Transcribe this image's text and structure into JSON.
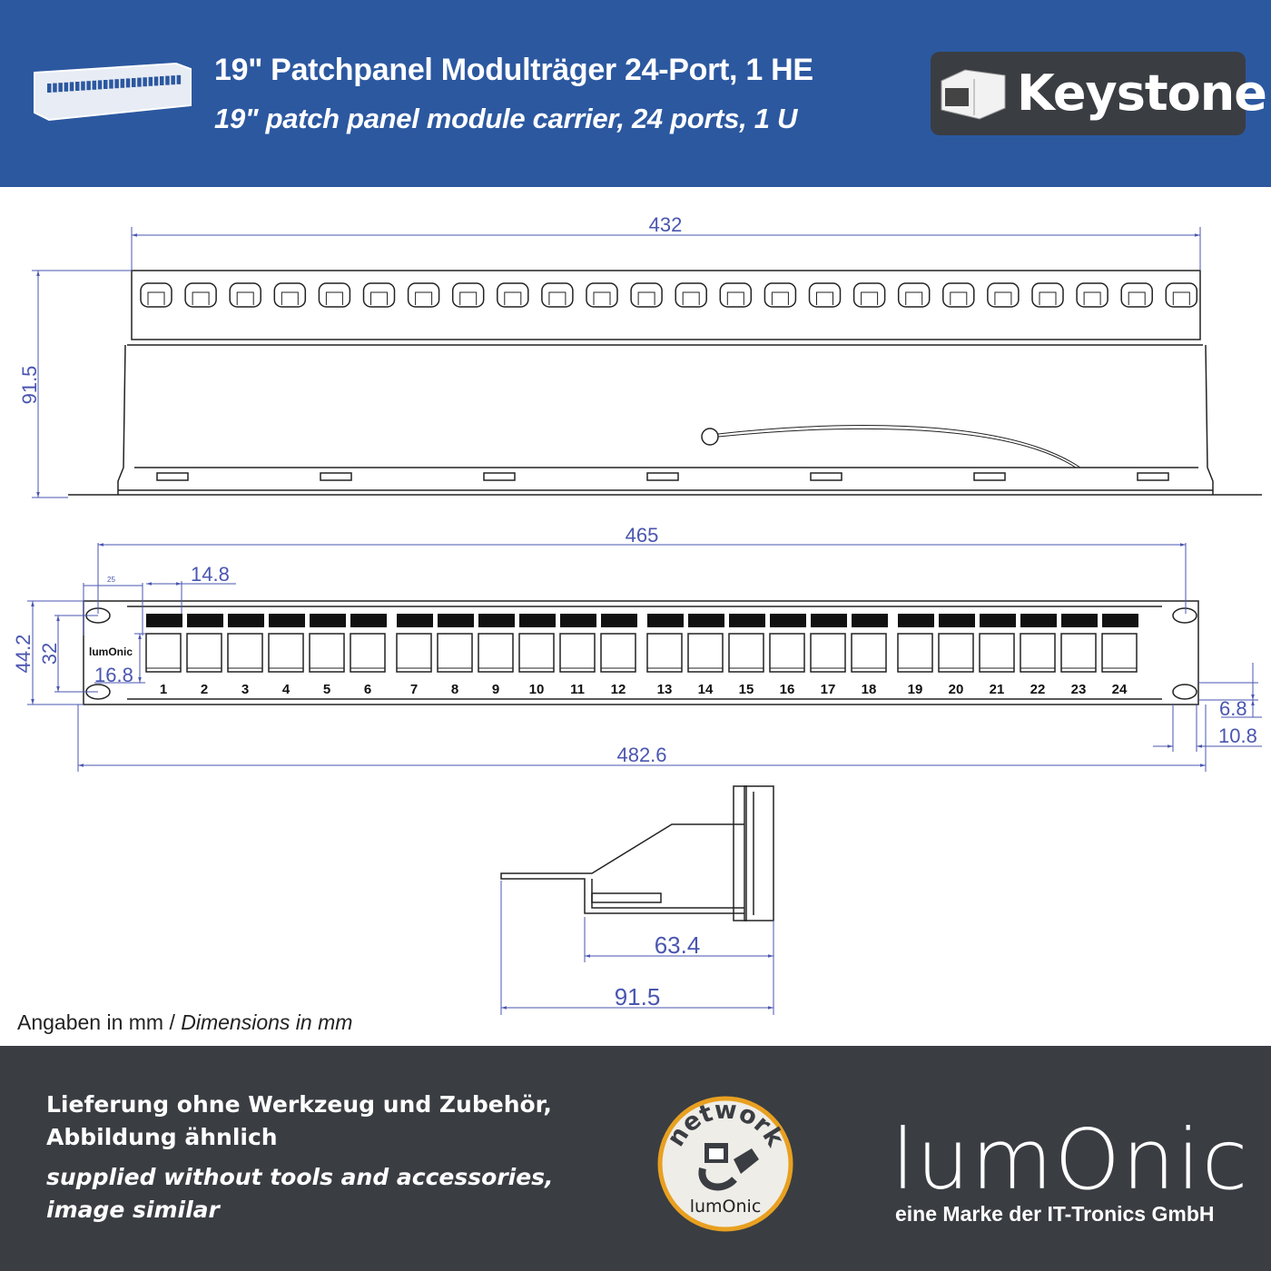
{
  "header": {
    "title_de": "19\" Patchpanel Modulträger 24-Port, 1 HE",
    "title_en": "19\" patch panel module carrier, 24 ports, 1 U",
    "keystone_label": "Keystone",
    "background": "#2c58a0"
  },
  "dimensions": {
    "top_width": "432",
    "top_height": "91.5",
    "inner_width": "465",
    "port_pitch": "14.8",
    "hole_offset": "25",
    "panel_height": "44.2",
    "hole_spacing": "32",
    "port_height": "16.8",
    "slot_height": "6.8",
    "slot_width": "10.8",
    "rack_width": "482.6",
    "side_depth_inner": "63.4",
    "side_depth": "91.5",
    "color": "#4a56b0"
  },
  "panel": {
    "logo": "lumOnic",
    "ports": [
      "1",
      "2",
      "3",
      "4",
      "5",
      "6",
      "7",
      "8",
      "9",
      "10",
      "11",
      "12",
      "13",
      "14",
      "15",
      "16",
      "17",
      "18",
      "19",
      "20",
      "21",
      "22",
      "23",
      "24"
    ]
  },
  "units_note": {
    "de": "Angaben in mm /",
    "en": "Dimensions in mm"
  },
  "footer": {
    "line1_de": "Lieferung ohne Werkzeug und Zubehör,",
    "line2_de": "Abbildung ähnlich",
    "line1_en": "supplied without tools and accessories,",
    "line2_en": "image similar",
    "badge_top": "network",
    "badge_bottom": "lumOnic",
    "brand": "lumOnic",
    "brand_sub": "eine Marke der IT-Tronics GmbH",
    "background": "#3a3d42"
  }
}
